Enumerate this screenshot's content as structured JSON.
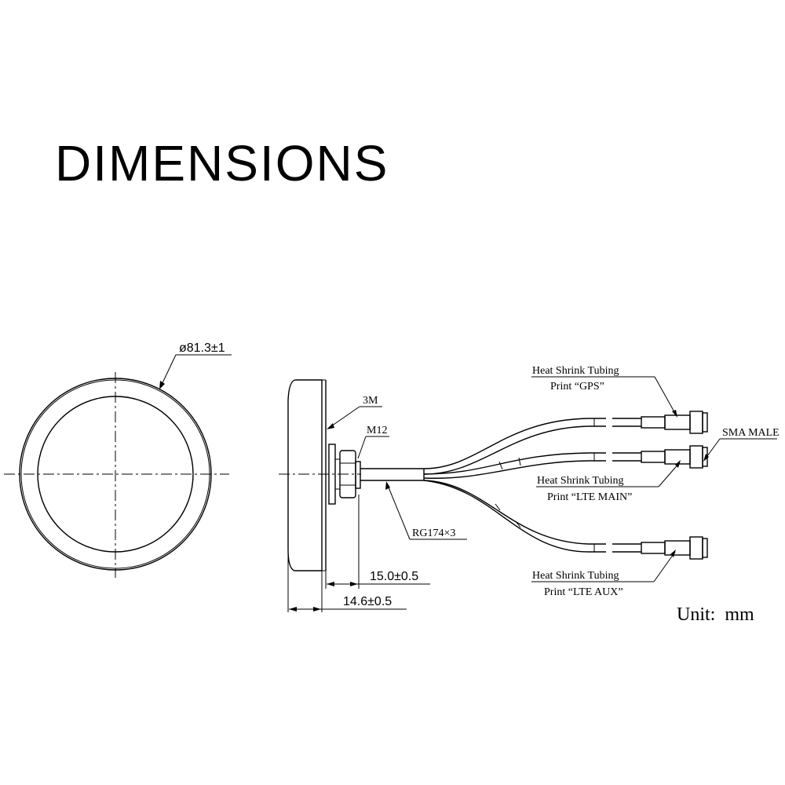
{
  "title": "DIMENSIONS",
  "top_view": {
    "diameter_label": "ø81.3±1"
  },
  "side_view": {
    "adhesive_label": "3M",
    "thread_label": "M12",
    "cable_label": "RG174×3",
    "dim_inner": "15.0±0.5",
    "dim_outer": "14.6±0.5"
  },
  "cables": [
    {
      "name": "GPS",
      "line1": "Heat Shrink Tubing",
      "line2": "Print “GPS”"
    },
    {
      "name": "LTE MAIN",
      "line1": "Heat Shrink Tubing",
      "line2": "Print “LTE MAIN”"
    },
    {
      "name": "LTE AUX",
      "line1": "Heat Shrink Tubing",
      "line2": "Print “LTE AUX”"
    }
  ],
  "connector_label": "SMA MALE",
  "unit_label": "Unit:  mm"
}
